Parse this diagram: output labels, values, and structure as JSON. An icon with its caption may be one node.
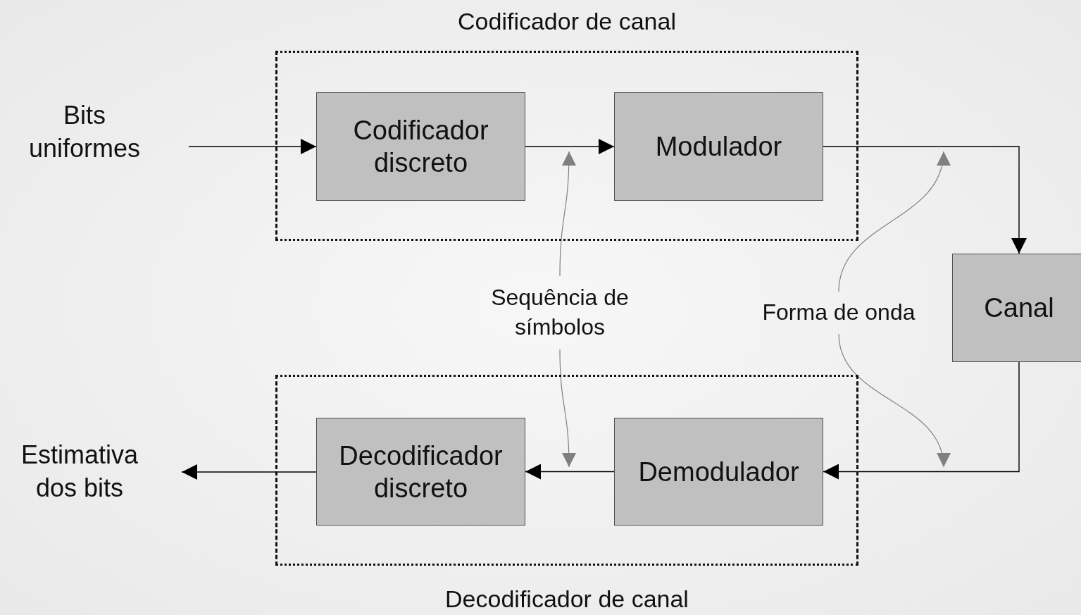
{
  "diagram": {
    "nodes": [
      {
        "text": [
          "Codificador de canal"
        ]
      },
      {
        "text": [
          "Codificador discreto"
        ],
        "in": 0
      },
      {
        "text": [
          "Modulador"
        ],
        "in": 0
      },
      {
        "text": [
          "Canal"
        ]
      },
      {
        "text": [
          "Decodificador de canal"
        ]
      },
      {
        "text": [
          "Decodificador discreto"
        ],
        "in": 4
      },
      {
        "text": [
          "Demodulador"
        ],
        "in": 4
      },
      {
        "text": [
          "Bits uniformes"
        ]
      },
      {
        "text": [
          "Estimativa dos bits"
        ]
      },
      {
        "text": [
          "Sequência de símbolos"
        ]
      },
      {
        "text": [
          "Forma de onda"
        ]
      }
    ],
    "edges": [
      {
        "from": 7,
        "to": 1,
        "arrow": "to"
      },
      {
        "from": 1,
        "to": 2,
        "arrow": "to"
      },
      {
        "from": 2,
        "to": 3,
        "arrow": "to"
      },
      {
        "from": 3,
        "to": 6,
        "arrow": "to"
      },
      {
        "from": 6,
        "to": 5,
        "arrow": "to"
      },
      {
        "from": 5,
        "to": 8,
        "arrow": "to"
      },
      {
        "from": 9,
        "to": null,
        "arrow": "to",
        "color": "#808080"
      },
      {
        "from": 9,
        "to": null,
        "arrow": "to",
        "color": "#808080"
      },
      {
        "from": 10,
        "to": null,
        "arrow": "to",
        "color": "#808080"
      },
      {
        "from": 10,
        "to": null,
        "arrow": "to",
        "color": "#808080"
      }
    ]
  }
}
